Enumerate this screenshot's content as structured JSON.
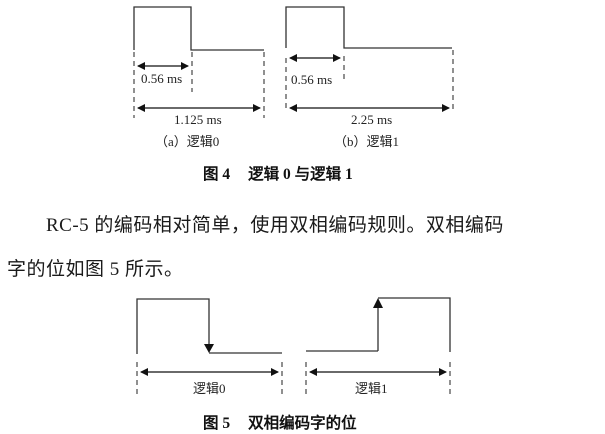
{
  "figure4": {
    "caption_number": "图 4",
    "caption_title": "逻辑 0 与逻辑 1",
    "panel_a": {
      "pulse_label": "0.56 ms",
      "period_label": "1.125 ms",
      "subcaption": "（a）逻辑0"
    },
    "panel_b": {
      "pulse_label": "0.56 ms",
      "period_label": "2.25 ms",
      "subcaption": "（b）逻辑1"
    }
  },
  "paragraph": {
    "line1": "RC-5 的编码相对简单，使用双相编码规则。双相编码",
    "line2": "字的位如图 5 所示。"
  },
  "figure5": {
    "caption_number": "图 5",
    "caption_title": "双相编码字的位",
    "left_label": "逻辑0",
    "right_label": "逻辑1"
  }
}
